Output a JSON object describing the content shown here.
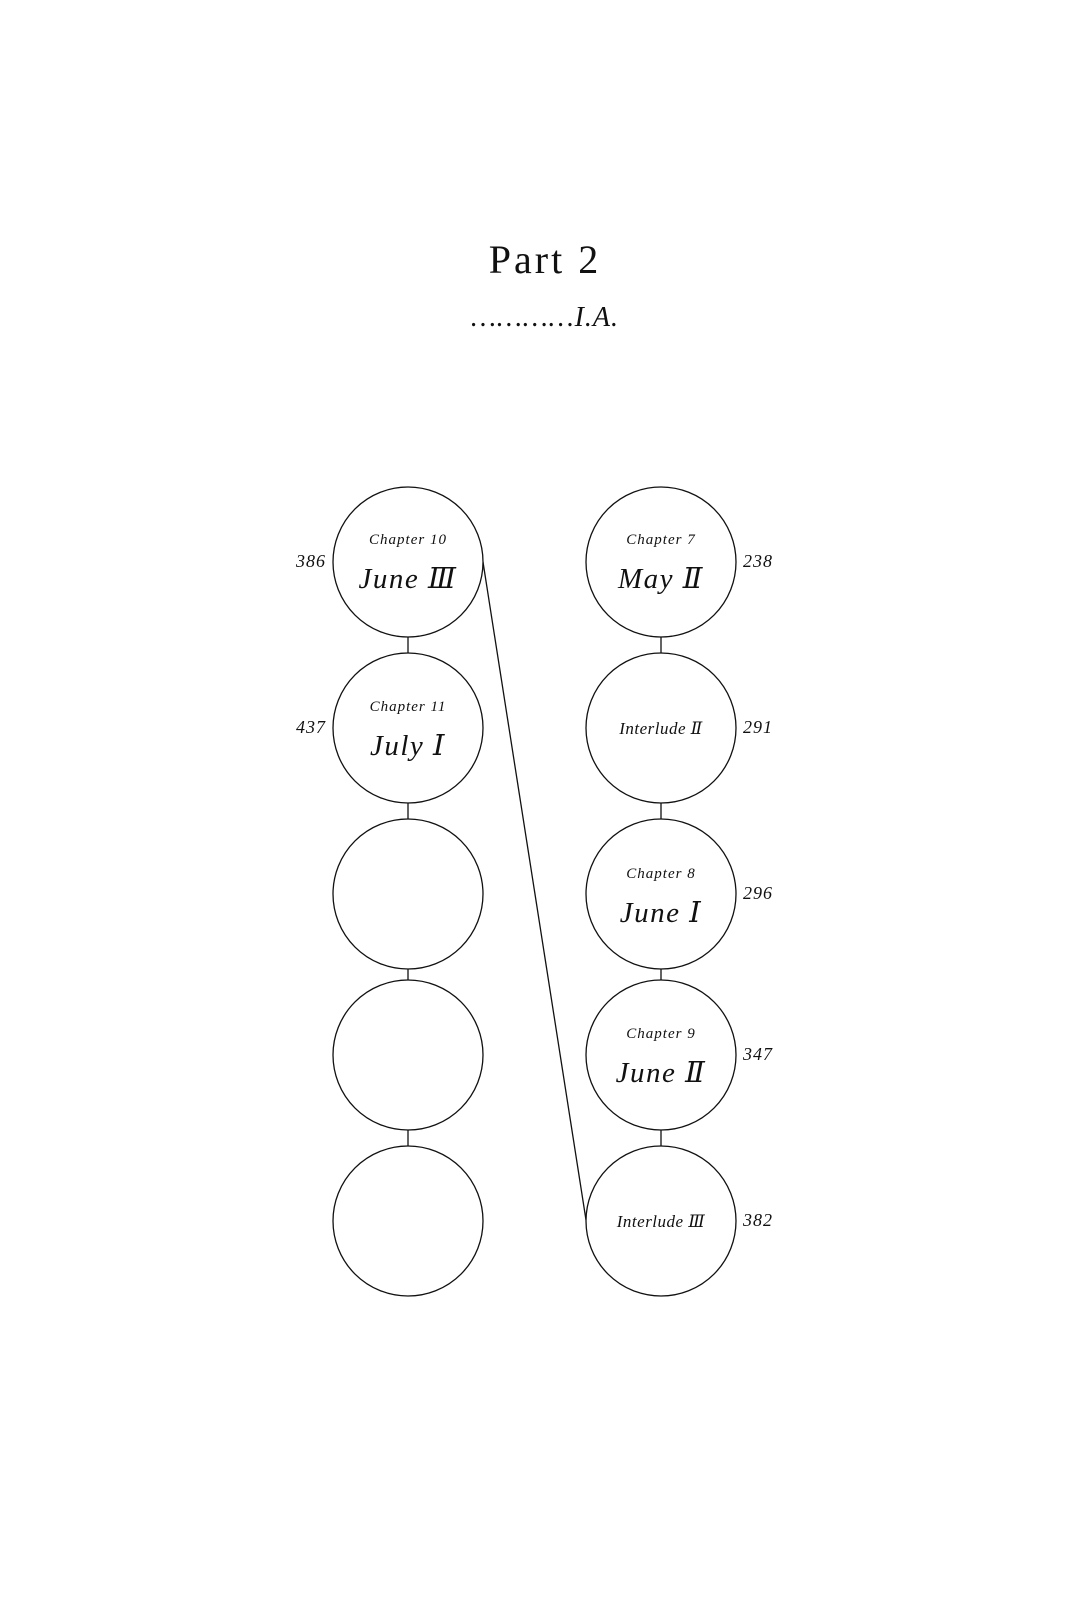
{
  "header": {
    "title": "Part 2",
    "subtitle": "…………I.A."
  },
  "left_column": [
    {
      "chapter": "Chapter 10",
      "name": "June Ⅲ",
      "page": "386"
    },
    {
      "chapter": "Chapter 11",
      "name": "July Ⅰ",
      "page": "437"
    },
    {
      "chapter": "",
      "name": "",
      "page": ""
    },
    {
      "chapter": "",
      "name": "",
      "page": ""
    },
    {
      "chapter": "",
      "name": "",
      "page": ""
    }
  ],
  "right_column": [
    {
      "chapter": "Chapter 7",
      "name": "May Ⅱ",
      "page": "238"
    },
    {
      "chapter": "",
      "name": "Interlude Ⅱ",
      "page": "291"
    },
    {
      "chapter": "Chapter 8",
      "name": "June Ⅰ",
      "page": "296"
    },
    {
      "chapter": "Chapter 9",
      "name": "June Ⅱ",
      "page": "347"
    },
    {
      "chapter": "",
      "name": "Interlude Ⅲ",
      "page": "382"
    }
  ],
  "colors": {
    "stroke": "#111111",
    "background": "#ffffff"
  }
}
